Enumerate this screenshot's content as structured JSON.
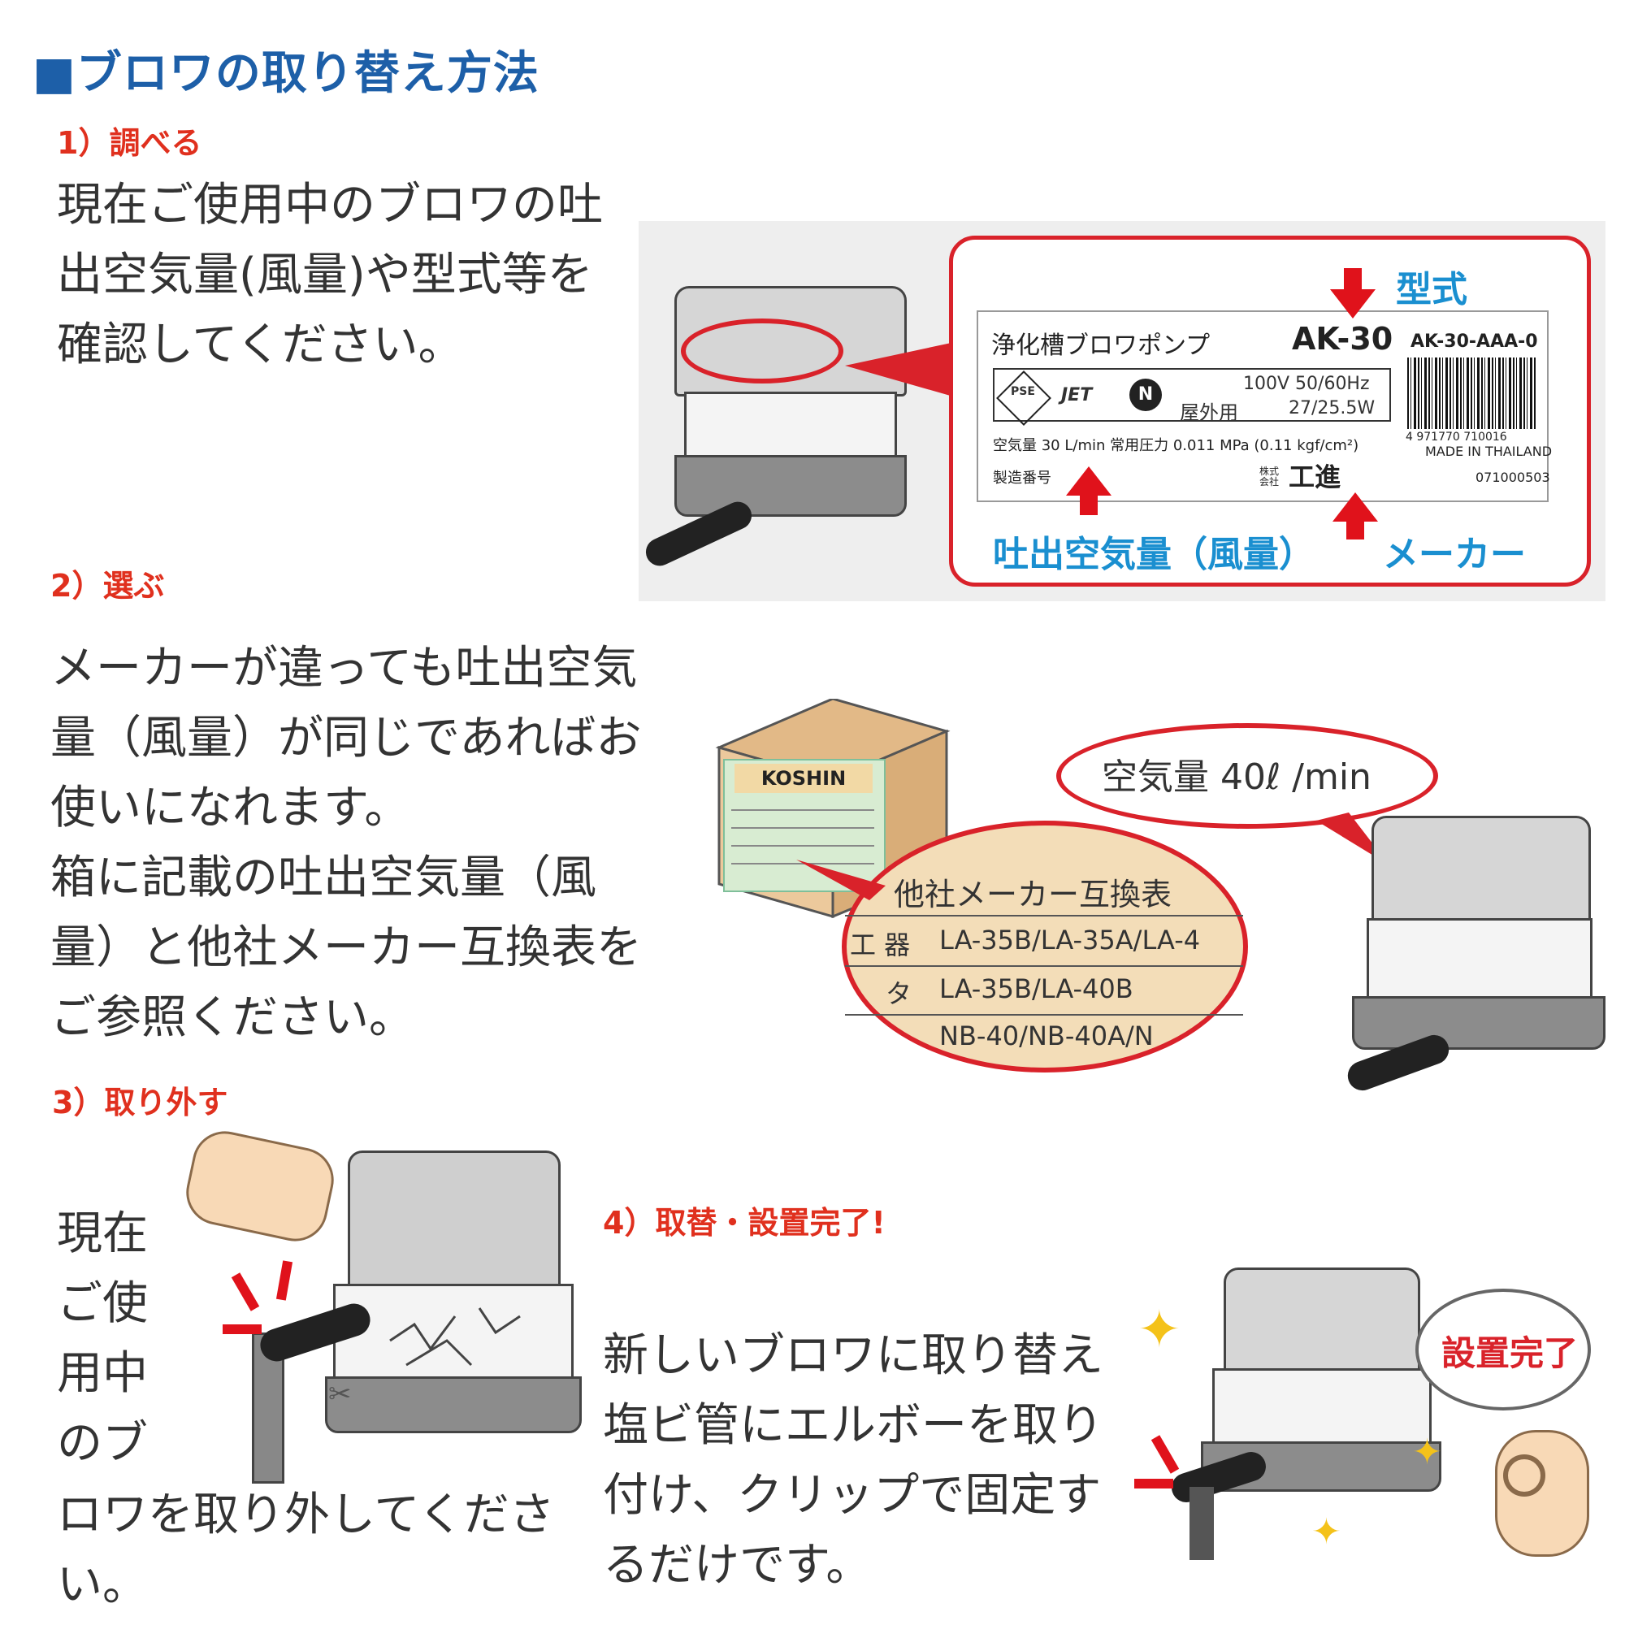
{
  "page": {
    "title": "■ブロワの取り替え方法"
  },
  "step1": {
    "heading": "1）調べる",
    "lines": [
      "現在ご使用中のブロワの吐",
      "出空気量(風量)や型式等を",
      "確認してください。"
    ]
  },
  "label": {
    "product": "浄化槽ブロワポンプ",
    "model": "AK-30",
    "model_code": "AK-30-AAA-0",
    "cert_pse": "PSE",
    "cert_jet": "JET",
    "cert_n": "N",
    "power": "100V  50/60Hz",
    "watt": "27/25.5W",
    "outdoor": "屋外用",
    "spec": "空気量  30 L/min   常用圧力  0.011 MPa (0.11 kgf/cm²)",
    "serial_label": "製造番号",
    "maker_prefix": "株式会社",
    "maker": "工進",
    "barcode_num": "4 971770 710016",
    "made_in": "MADE IN THAILAND",
    "serial": "071000503",
    "callout_model": "型式",
    "callout_air": "吐出空気量（風量）",
    "callout_maker": "メーカー"
  },
  "step2": {
    "heading": "2）選ぶ",
    "lines": [
      "メーカーが違っても吐出空気",
      "量（風量）が同じであればお",
      "使いになれます。",
      "箱に記載の吐出空気量（風",
      "量）と他社メーカー互換表を",
      "ご参照ください。"
    ],
    "box_brand": "KOSHIN",
    "bubble": "空気量  40ℓ /min",
    "table_title": "他社メーカー互換表",
    "table_rows": [
      {
        "key": "工 器",
        "value": "LA-35B/LA-35A/LA-4"
      },
      {
        "key": "タ",
        "value": "LA-35B/LA-40B"
      },
      {
        "key": "",
        "value": "NB-40/NB-40A/N"
      }
    ]
  },
  "step3": {
    "heading": "3）取り外す",
    "lines": [
      "現在",
      "ご使",
      "用中",
      "のブ",
      "ロワを取り外してくださ",
      "い。"
    ]
  },
  "step4": {
    "heading": "4）取替・設置完了!",
    "lines": [
      "新しいブロワに取り替え",
      "塩ビ管にエルボーを取り",
      "付け、クリップで固定す",
      "るだけです。"
    ],
    "bubble": "設置完了"
  },
  "colors": {
    "title_blue": "#1d5fa8",
    "step_red": "#e0301e",
    "callout_blue": "#1a8fd0",
    "frame_red": "#d9222a"
  }
}
